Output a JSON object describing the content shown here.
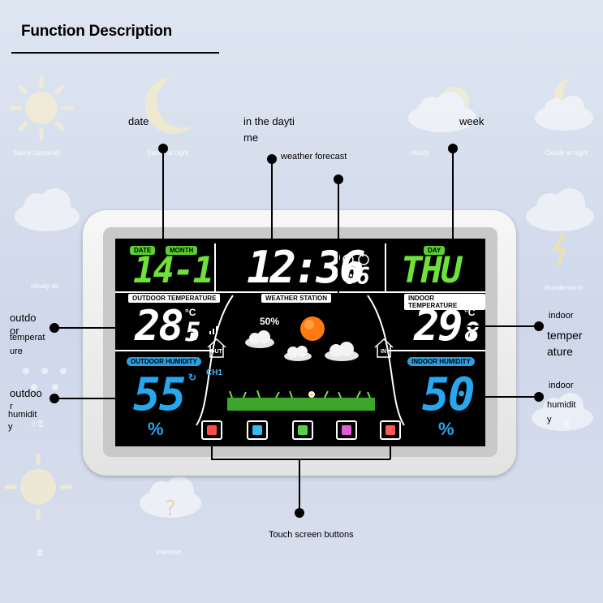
{
  "header": {
    "title": "Function Description"
  },
  "background_labels": {
    "sunny": "Sunny (daytime)",
    "sunny_night": "Sunny at night",
    "cloudy": "cloudy",
    "cloudy_night": "Cloudy at night",
    "cloudy_day": "cloudy da",
    "thunderstorm": "thunderstorm",
    "light_snow": "小雪",
    "snow": "雪",
    "fog": "雾",
    "unknown": "unknown"
  },
  "callouts": {
    "date": "date",
    "daytime_1": "in the dayti",
    "daytime_2": "me",
    "weather_forecast": "weather forecast",
    "week": "week",
    "outdoor_temp_1": "outdo",
    "outdoor_temp_2": "or",
    "outdoor_temp_3": "temperat",
    "outdoor_temp_4": "ure",
    "outdoor_hum_1": "outdoo",
    "outdoor_hum_2": "r",
    "outdoor_hum_3": "humidit",
    "outdoor_hum_4": "y",
    "indoor_temp_1": "indoor",
    "indoor_temp_2": "temper",
    "indoor_temp_3": "ature",
    "indoor_hum_1": "indoor",
    "indoor_hum_2": "humidit",
    "indoor_hum_3": "y",
    "touch_buttons": "Touch screen buttons"
  },
  "screen": {
    "date_tag": "DATE",
    "month_tag": "MONTH",
    "date_value": "14-1",
    "time_value": "12:36",
    "seconds_value": "06",
    "day_tag": "DAY",
    "day_value": "THU",
    "outdoor_temp_label": "OUTDOOR TEMPERATURE",
    "outdoor_temp_main": "28.",
    "outdoor_temp_decimal": "5",
    "temp_unit": "°C",
    "station_label": "WEATHER STATION",
    "precip_chance": "50%",
    "indoor_temp_label": "INDOOR TEMPERATURE",
    "indoor_temp_main": "29.",
    "indoor_temp_decimal": "8",
    "out_icon": "OUT",
    "in_icon": "IN",
    "channel": "CH1",
    "outdoor_hum_label": "OUTDOOR HUMIDITY",
    "outdoor_hum_value": "55",
    "indoor_hum_label": "INDOOR HUMIDITY",
    "indoor_hum_value": "50",
    "percent": "%"
  },
  "colors": {
    "green_digits": "#6ee23a",
    "white_digits": "#ffffff",
    "blue_digits": "#27a7ee",
    "sun": "#ff7a10"
  },
  "buttons": [
    {
      "icon": "alarm-icon",
      "color": "#ff4b4b"
    },
    {
      "icon": "up-arrow-icon",
      "color": "#38b7f0"
    },
    {
      "icon": "down-arrow-icon",
      "color": "#56d04a"
    },
    {
      "icon": "menu-icon",
      "color": "#e55ad8"
    },
    {
      "icon": "light-icon",
      "color": "#ff5a5a"
    }
  ]
}
